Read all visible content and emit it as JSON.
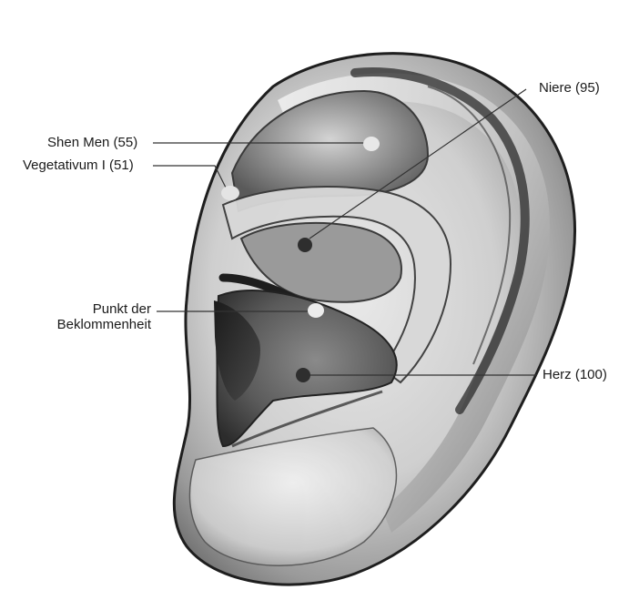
{
  "points": {
    "shen_men": "Shen Men (55)",
    "vegetativum": "Vegetativum I (51)",
    "niere": "Niere (95)",
    "punkt_line1": "Punkt der",
    "punkt_line2": "Beklommenheit",
    "herz": "Herz (100)"
  },
  "colors": {
    "light_point": "#e6e6e6",
    "dark_point": "#2e2e2e",
    "leader_line": "#333333",
    "skin_light": "#f2f2f2",
    "skin_mid": "#a8a8a8",
    "skin_dark": "#2a2a2a"
  }
}
